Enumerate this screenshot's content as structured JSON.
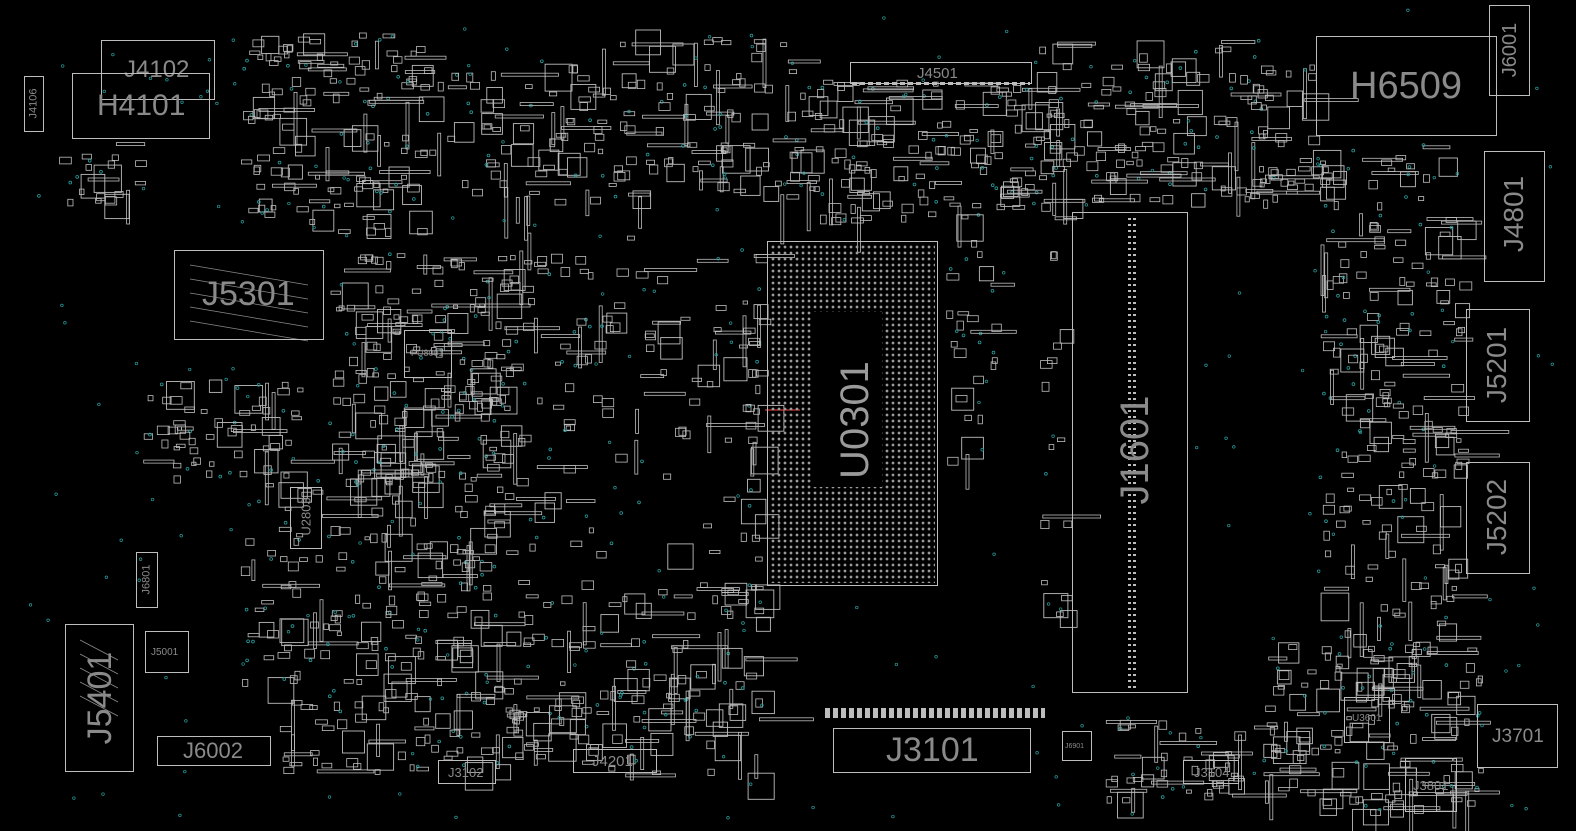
{
  "board": {
    "background": "#000000",
    "outline_color": "#bdbdbd",
    "label_color": "#8a8a8a",
    "via_color": "#2a9d9d",
    "refdes": {
      "J4102": "J4102",
      "H4101": "H4101",
      "J4106": "J4106",
      "J4501": "J4501",
      "H6509": "H6509",
      "J6001": "J6001",
      "J4801": "J4801",
      "J5301": "J5301",
      "PU8001": "PU8001",
      "U0301": "U0301",
      "J1601": "J1601",
      "J5201": "J5201",
      "J5202": "J5202",
      "U2803": "U2803",
      "J6801": "J6801",
      "J5001": "J5001",
      "J5401": "J5401",
      "J6002": "J6002",
      "J3102": "J3102",
      "J4201": "J4201",
      "J3101": "J3101",
      "J6901": "J6901",
      "J3104": "J3104",
      "U3601": "U3601",
      "J3701": "J3701",
      "J3801": "J3801"
    }
  }
}
